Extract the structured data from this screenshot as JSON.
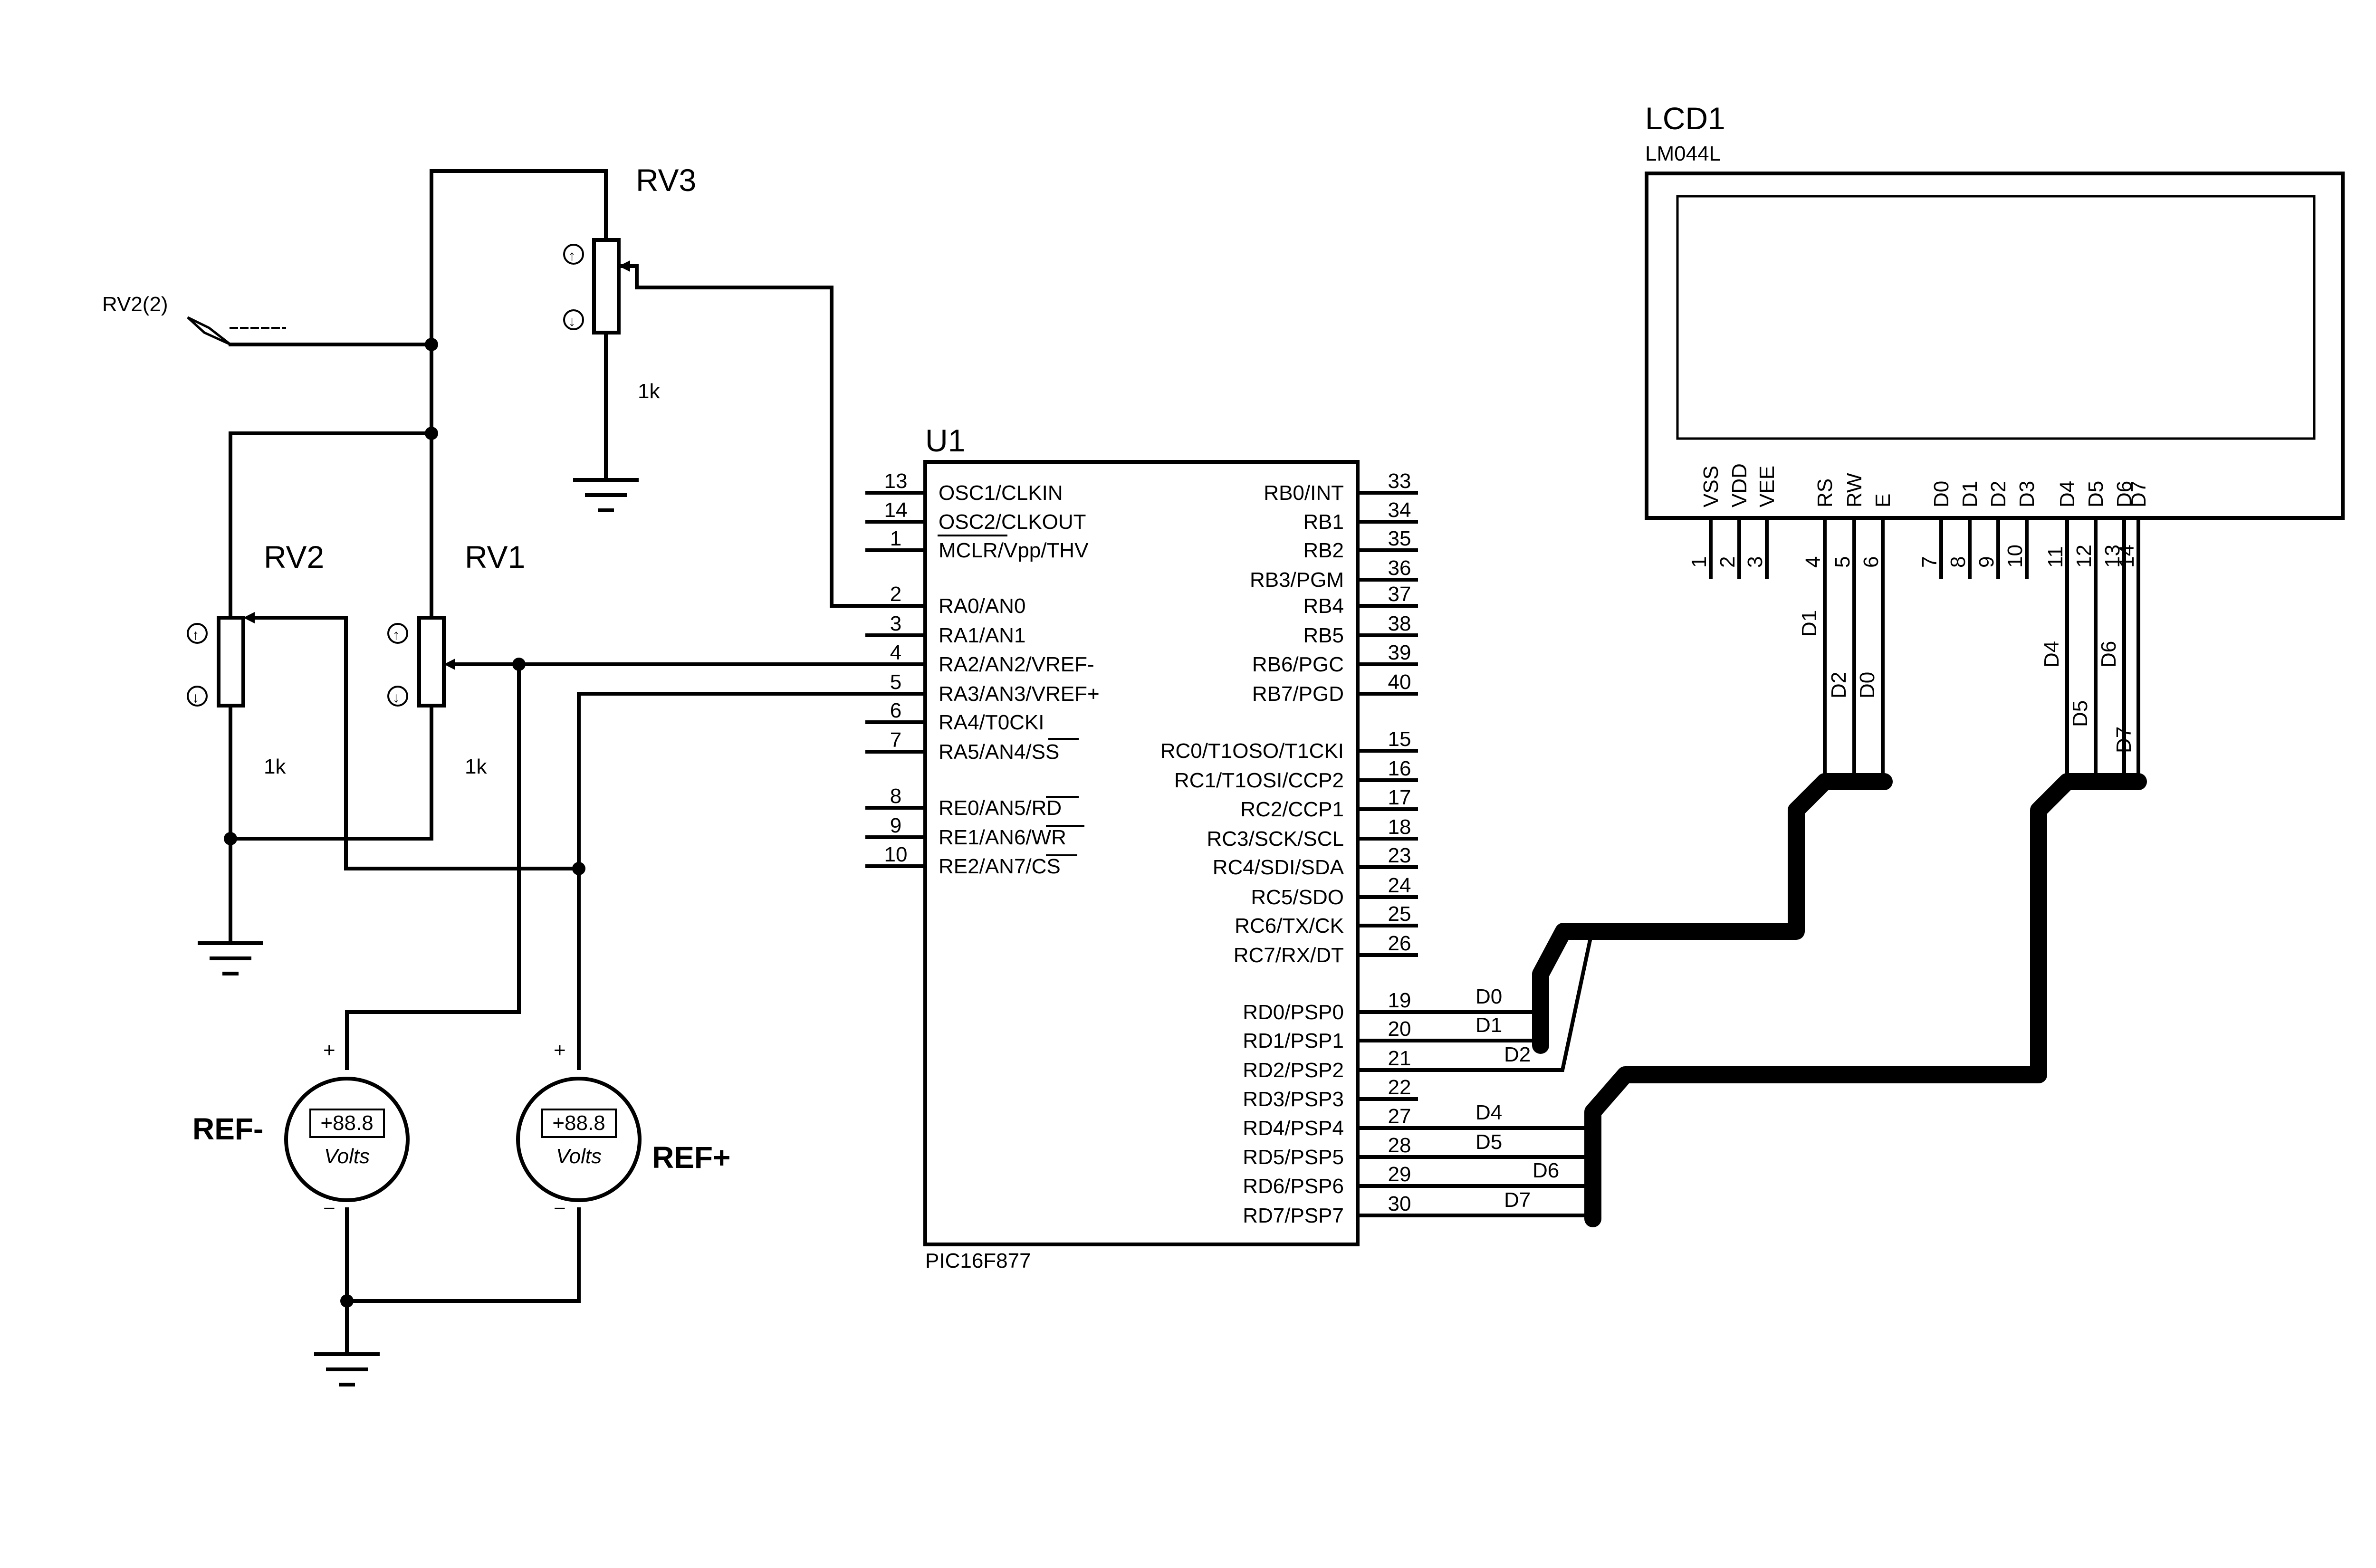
{
  "u1": {
    "ref": "U1",
    "part": "PIC16F877",
    "left_pins": [
      {
        "num": "13",
        "label": "OSC1/CLKIN"
      },
      {
        "num": "14",
        "label": "OSC2/CLKOUT"
      },
      {
        "num": "1",
        "label": "MCLR/Vpp/THV"
      },
      {
        "num": "2",
        "label": "RA0/AN0"
      },
      {
        "num": "3",
        "label": "RA1/AN1"
      },
      {
        "num": "4",
        "label": "RA2/AN2/VREF-"
      },
      {
        "num": "5",
        "label": "RA3/AN3/VREF+"
      },
      {
        "num": "6",
        "label": "RA4/T0CKI"
      },
      {
        "num": "7",
        "label": "RA5/AN4/SS"
      },
      {
        "num": "8",
        "label": "RE0/AN5/RD"
      },
      {
        "num": "9",
        "label": "RE1/AN6/WR"
      },
      {
        "num": "10",
        "label": "RE2/AN7/CS"
      }
    ],
    "right_pins": [
      {
        "num": "33",
        "label": "RB0/INT"
      },
      {
        "num": "34",
        "label": "RB1"
      },
      {
        "num": "35",
        "label": "RB2"
      },
      {
        "num": "36",
        "label": "RB3/PGM"
      },
      {
        "num": "37",
        "label": "RB4"
      },
      {
        "num": "38",
        "label": "RB5"
      },
      {
        "num": "39",
        "label": "RB6/PGC"
      },
      {
        "num": "40",
        "label": "RB7/PGD"
      },
      {
        "num": "15",
        "label": "RC0/T1OSO/T1CKI"
      },
      {
        "num": "16",
        "label": "RC1/T1OSI/CCP2"
      },
      {
        "num": "17",
        "label": "RC2/CCP1"
      },
      {
        "num": "18",
        "label": "RC3/SCK/SCL"
      },
      {
        "num": "23",
        "label": "RC4/SDI/SDA"
      },
      {
        "num": "24",
        "label": "RC5/SDO"
      },
      {
        "num": "25",
        "label": "RC6/TX/CK"
      },
      {
        "num": "26",
        "label": "RC7/RX/DT"
      },
      {
        "num": "19",
        "label": "RD0/PSP0"
      },
      {
        "num": "20",
        "label": "RD1/PSP1"
      },
      {
        "num": "21",
        "label": "RD2/PSP2"
      },
      {
        "num": "22",
        "label": "RD3/PSP3"
      },
      {
        "num": "27",
        "label": "RD4/PSP4"
      },
      {
        "num": "28",
        "label": "RD5/PSP5"
      },
      {
        "num": "29",
        "label": "RD6/PSP6"
      },
      {
        "num": "30",
        "label": "RD7/PSP7"
      }
    ],
    "net_labels": [
      "D0",
      "D1",
      "D2",
      "D4",
      "D5",
      "D6",
      "D7"
    ]
  },
  "lcd": {
    "ref": "LCD1",
    "part": "LM044L",
    "pins": [
      {
        "num": "1",
        "label": "VSS"
      },
      {
        "num": "2",
        "label": "VDD"
      },
      {
        "num": "3",
        "label": "VEE"
      },
      {
        "num": "4",
        "label": "RS"
      },
      {
        "num": "5",
        "label": "RW"
      },
      {
        "num": "6",
        "label": "E"
      },
      {
        "num": "7",
        "label": "D0"
      },
      {
        "num": "8",
        "label": "D1"
      },
      {
        "num": "9",
        "label": "D2"
      },
      {
        "num": "10",
        "label": "D3"
      },
      {
        "num": "11",
        "label": "D4"
      },
      {
        "num": "12",
        "label": "D5"
      },
      {
        "num": "13",
        "label": "D6"
      },
      {
        "num": "14",
        "label": "D7"
      }
    ],
    "net_labels": [
      "D1",
      "D2",
      "D0",
      "D4",
      "D5",
      "D6",
      "D7"
    ]
  },
  "pots": {
    "rv1": {
      "ref": "RV1",
      "value": "1k"
    },
    "rv2": {
      "ref": "RV2",
      "value": "1k"
    },
    "rv3": {
      "ref": "RV3",
      "value": "1k"
    }
  },
  "terminal": {
    "label": "RV2(2)"
  },
  "meters": {
    "ref_minus": {
      "ref": "REF-",
      "display": "+88.8",
      "unit": "Volts",
      "plus": "+",
      "minus": "−"
    },
    "ref_plus": {
      "ref": "REF+",
      "display": "+88.8",
      "unit": "Volts",
      "plus": "+",
      "minus": "−"
    }
  },
  "arrow_glyphs": {
    "up": "↑",
    "down": "↓"
  }
}
